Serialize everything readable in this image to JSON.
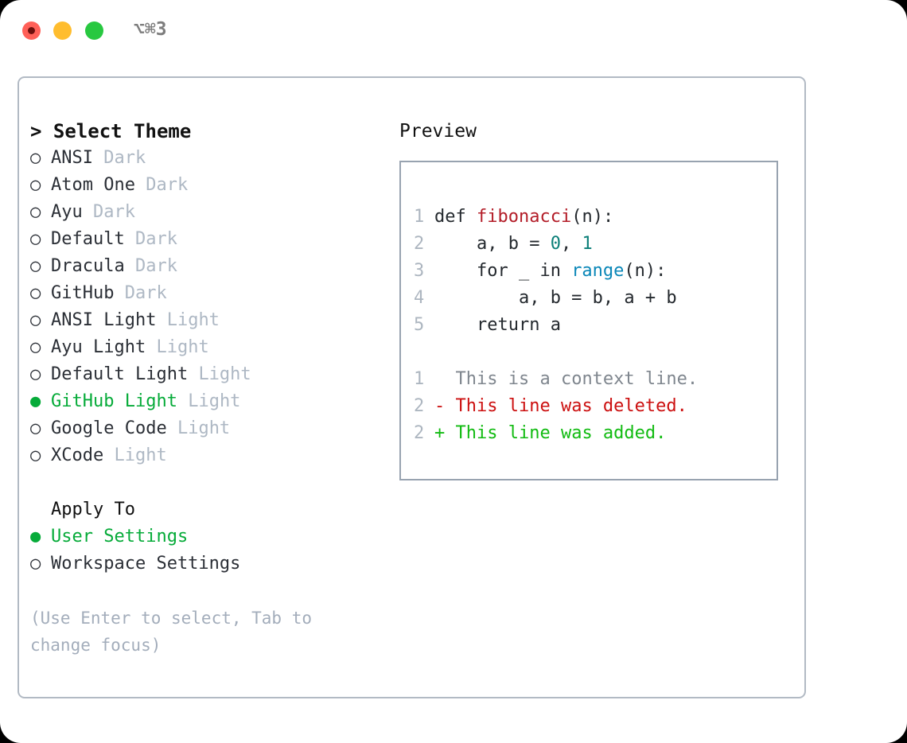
{
  "window": {
    "shortcut": "⌥⌘3",
    "traffic_lights": [
      {
        "name": "close-button",
        "color": "#ff6058"
      },
      {
        "name": "minimize-button",
        "color": "#ffbd2e"
      },
      {
        "name": "maximize-button",
        "color": "#28c840"
      }
    ]
  },
  "theme_list": {
    "header_marker": ">",
    "header_label": "Select Theme",
    "bullet_unselected": "○",
    "bullet_selected": "●",
    "selected_color": "#06ab39",
    "items": [
      {
        "name": "ANSI",
        "suffix": "Dark",
        "selected": false
      },
      {
        "name": "Atom One",
        "suffix": "Dark",
        "selected": false
      },
      {
        "name": "Ayu",
        "suffix": "Dark",
        "selected": false
      },
      {
        "name": "Default",
        "suffix": "Dark",
        "selected": false
      },
      {
        "name": "Dracula",
        "suffix": "Dark",
        "selected": false
      },
      {
        "name": "GitHub",
        "suffix": "Dark",
        "selected": false
      },
      {
        "name": "ANSI Light",
        "suffix": "Light",
        "selected": false
      },
      {
        "name": "Ayu Light",
        "suffix": "Light",
        "selected": false
      },
      {
        "name": "Default Light",
        "suffix": "Light",
        "selected": false
      },
      {
        "name": "GitHub Light",
        "suffix": "Light",
        "selected": true
      },
      {
        "name": "Google Code",
        "suffix": "Light",
        "selected": false
      },
      {
        "name": "XCode",
        "suffix": "Light",
        "selected": false
      }
    ]
  },
  "apply_to": {
    "header_label": "Apply To",
    "items": [
      {
        "name": "User Settings",
        "selected": true
      },
      {
        "name": "Workspace Settings",
        "selected": false
      }
    ]
  },
  "hint": {
    "text": "(Use Enter to select, Tab to change focus)"
  },
  "preview": {
    "title": "Preview",
    "code_lines": [
      {
        "number": "1",
        "tokens": [
          {
            "t": "def ",
            "c": "plain"
          },
          {
            "t": "fibonacci",
            "c": "func"
          },
          {
            "t": "(n):",
            "c": "plain"
          }
        ]
      },
      {
        "number": "2",
        "tokens": [
          {
            "t": "    a, b = ",
            "c": "plain"
          },
          {
            "t": "0",
            "c": "num"
          },
          {
            "t": ", ",
            "c": "plain"
          },
          {
            "t": "1",
            "c": "num"
          }
        ]
      },
      {
        "number": "3",
        "tokens": [
          {
            "t": "    for _ in ",
            "c": "plain"
          },
          {
            "t": "range",
            "c": "builtin"
          },
          {
            "t": "(n):",
            "c": "plain"
          }
        ]
      },
      {
        "number": "4",
        "tokens": [
          {
            "t": "        a, b = b, a + b",
            "c": "plain"
          }
        ]
      },
      {
        "number": "5",
        "tokens": [
          {
            "t": "    return a",
            "c": "plain"
          }
        ]
      }
    ],
    "diff_lines": [
      {
        "number": "1",
        "prefix": "  ",
        "text": "This is a context line.",
        "kind": "ctx"
      },
      {
        "number": "2",
        "prefix": "- ",
        "text": "This line was deleted.",
        "kind": "del"
      },
      {
        "number": "2",
        "prefix": "+ ",
        "text": "This line was added.",
        "kind": "add"
      }
    ]
  }
}
